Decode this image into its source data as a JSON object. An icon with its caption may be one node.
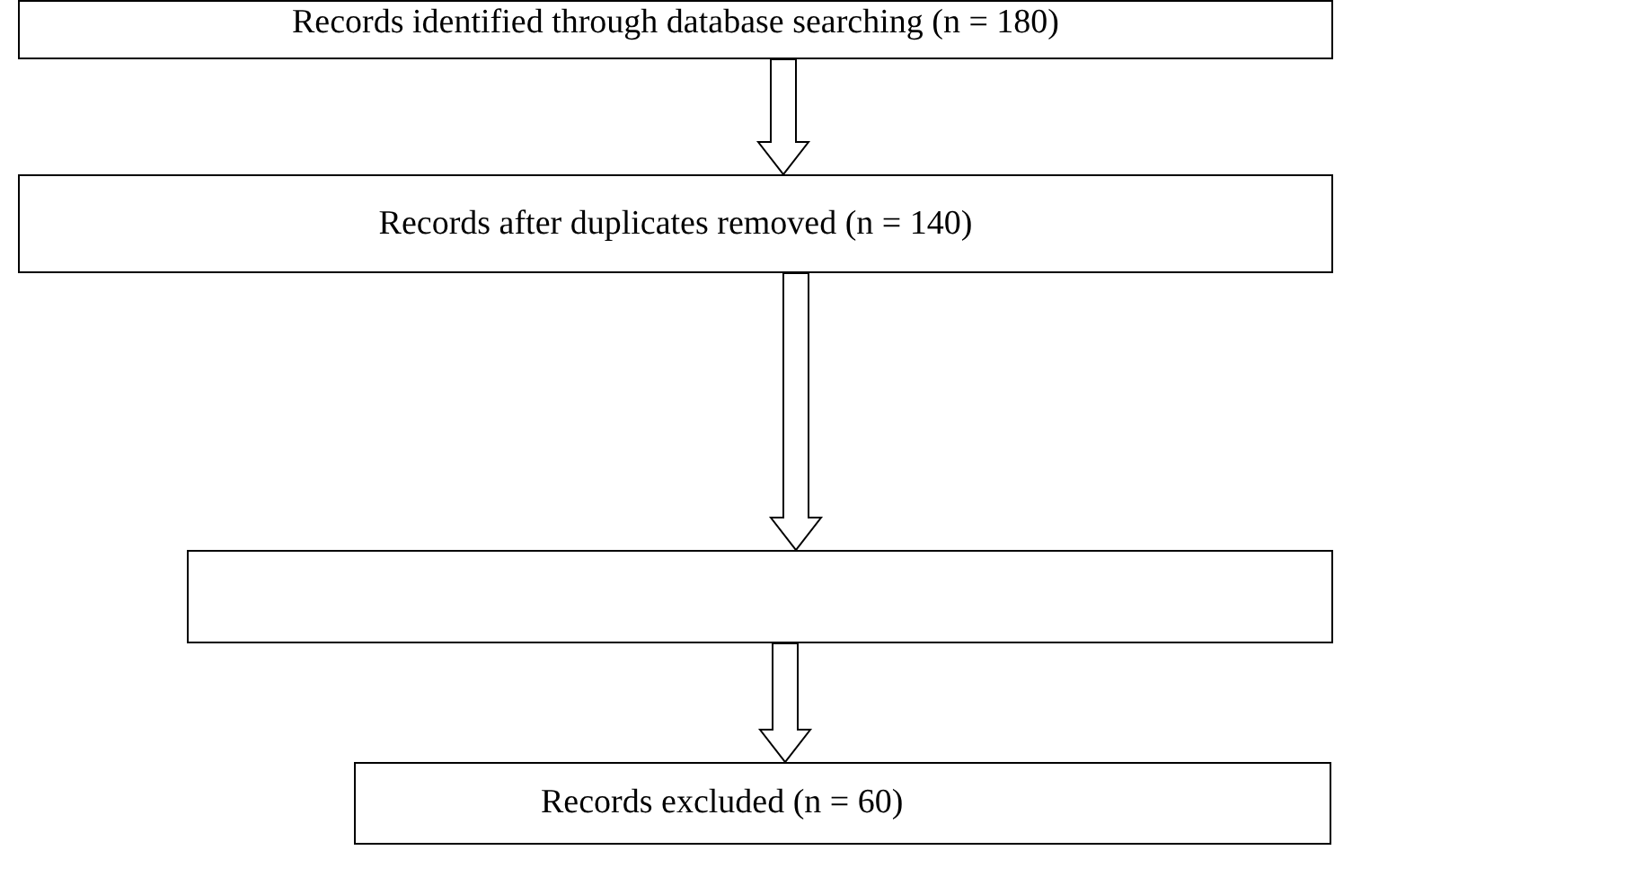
{
  "diagram": {
    "nodes": [
      {
        "text": [
          "Records identified through database searching (n = 180)"
        ]
      },
      {
        "text": [
          "Records after duplicates removed (n = 140)"
        ]
      },
      {
        "text": [],
        "shape": "box"
      },
      {
        "text": [
          "Records excluded (n = 60)"
        ]
      }
    ],
    "edges": [
      {
        "from": 0,
        "to": 1,
        "arrow": "to"
      },
      {
        "from": 1,
        "to": 2,
        "arrow": "to"
      },
      {
        "from": 2,
        "to": 3,
        "arrow": "to"
      }
    ]
  }
}
